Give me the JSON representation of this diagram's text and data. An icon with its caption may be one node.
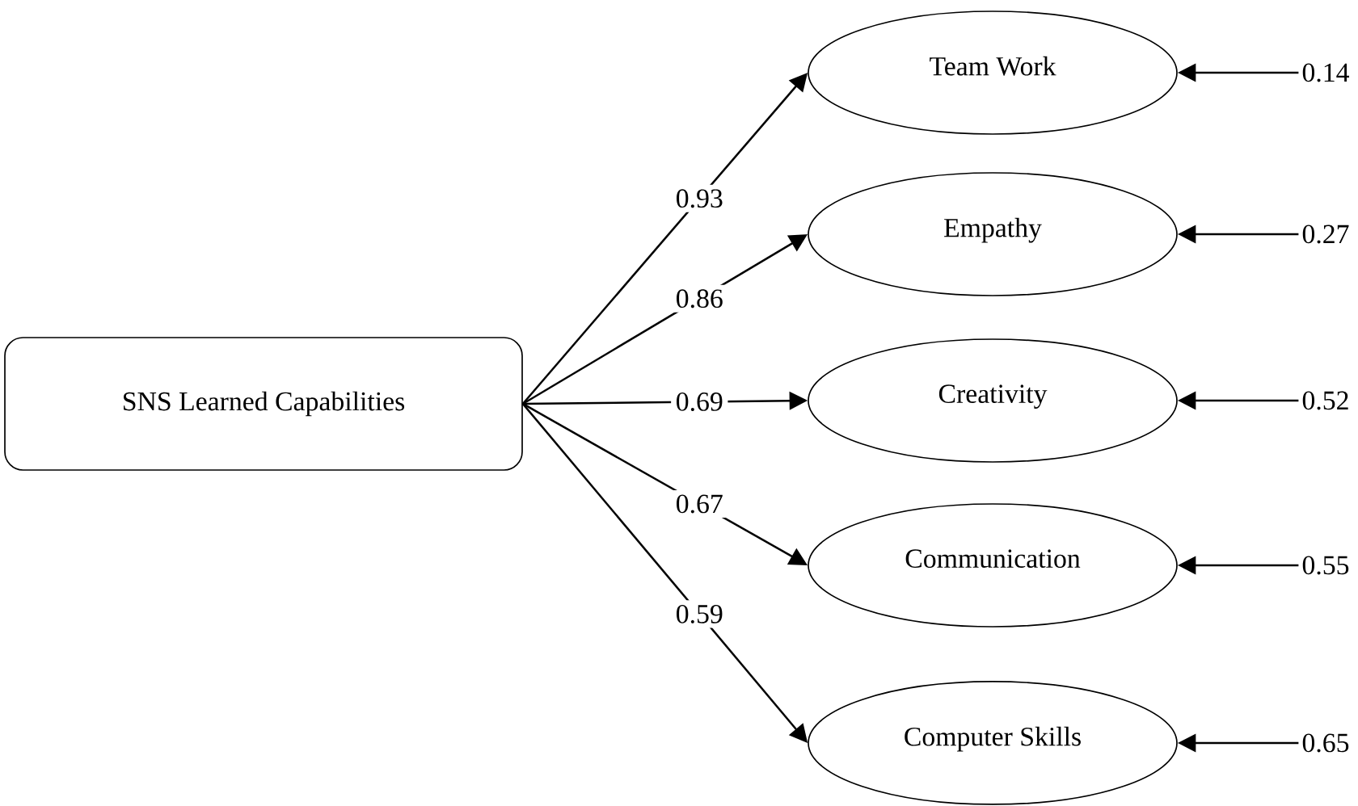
{
  "diagram": {
    "nodes": [
      {
        "text": [
          "SNS Learned Capabilities"
        ]
      },
      {
        "text": [
          "Team Work"
        ]
      },
      {
        "text": [
          "Empathy"
        ]
      },
      {
        "text": [
          "Creativity"
        ]
      },
      {
        "text": [
          "Communication"
        ]
      },
      {
        "text": [
          "Computer Skills"
        ]
      },
      {
        "text": [
          "0.14"
        ]
      },
      {
        "text": [
          "0.27"
        ]
      },
      {
        "text": [
          "0.52"
        ]
      },
      {
        "text": [
          "0.55"
        ]
      },
      {
        "text": [
          "0.65"
        ]
      }
    ],
    "edges": [
      {
        "from": 0,
        "to": 1,
        "arrow": "to",
        "label": "0.93"
      },
      {
        "from": 0,
        "to": 2,
        "arrow": "to",
        "label": "0.86"
      },
      {
        "from": 0,
        "to": 3,
        "arrow": "to",
        "label": "0.69"
      },
      {
        "from": 0,
        "to": 4,
        "arrow": "to",
        "label": "0.67"
      },
      {
        "from": 0,
        "to": 5,
        "arrow": "to",
        "label": "0.59"
      },
      {
        "from": 6,
        "to": 1,
        "arrow": "to"
      },
      {
        "from": 7,
        "to": 2,
        "arrow": "to"
      },
      {
        "from": 8,
        "to": 3,
        "arrow": "to"
      },
      {
        "from": 9,
        "to": 4,
        "arrow": "to"
      },
      {
        "from": 10,
        "to": 5,
        "arrow": "to"
      }
    ]
  }
}
